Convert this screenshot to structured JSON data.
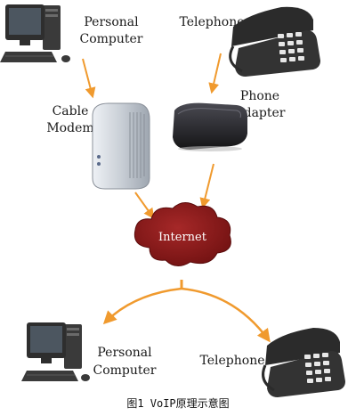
{
  "labels": {
    "pc_top_line1": "Personal",
    "pc_top_line2": "Computer",
    "phone_top": "Telephone",
    "cable_line1": "Cable",
    "cable_line2": "Modem",
    "adapter_line1": "Phone",
    "adapter_line2": "Adapter",
    "internet": "Internet",
    "pc_bottom_line1": "Personal",
    "pc_bottom_line2": "Computer",
    "phone_bottom": "Telephone"
  },
  "caption": "图1 VoIP原理示意图",
  "colors": {
    "arrow": "#f09a2e",
    "cloud": "#8b1a1a",
    "modem": "#c9cfd6",
    "adapter": "#2a2a2e",
    "phone": "#2b2b2b"
  },
  "icons": [
    "desktop-computer-icon",
    "telephone-icon",
    "cable-modem-icon",
    "phone-adapter-icon",
    "cloud-icon"
  ]
}
